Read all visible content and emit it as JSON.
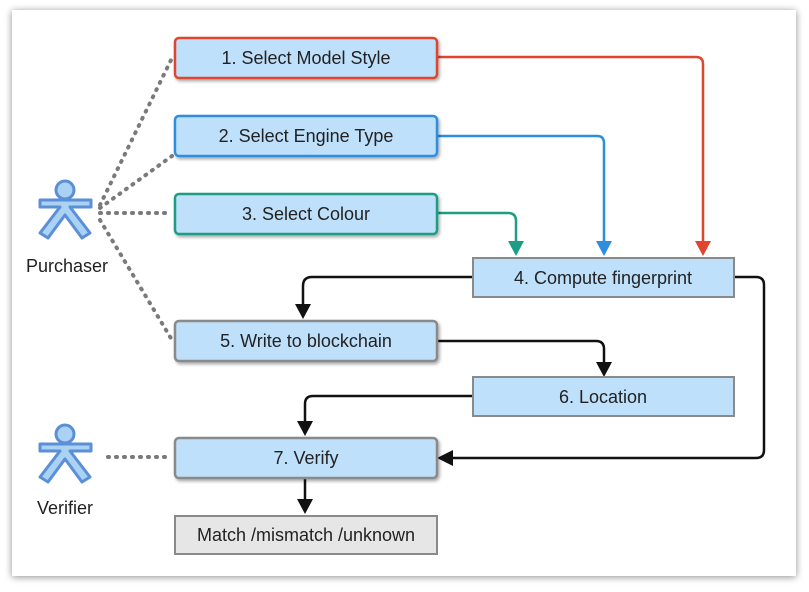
{
  "diagram": {
    "actors": [
      {
        "id": "purchaser",
        "label": "Purchaser",
        "icon": "stick-figure-icon"
      },
      {
        "id": "verifier",
        "label": "Verifier",
        "icon": "stick-figure-icon"
      }
    ],
    "steps": [
      {
        "id": "s1",
        "label": "1. Select Model Style",
        "border": "#e0452f"
      },
      {
        "id": "s2",
        "label": "2. Select Engine Type",
        "border": "#2d8ee0"
      },
      {
        "id": "s3",
        "label": "3. Select Colour",
        "border": "#1d9d84"
      },
      {
        "id": "s4",
        "label": "4. Compute fingerprint",
        "border": "#8a8a8a"
      },
      {
        "id": "s5",
        "label": "5. Write to blockchain",
        "border": "#8a8a8a"
      },
      {
        "id": "s6",
        "label": "6. Location",
        "border": "#8a8a8a"
      },
      {
        "id": "s7",
        "label": "7. Verify",
        "border": "#8a8a8a"
      },
      {
        "id": "out",
        "label": "Match /mismatch /unknown",
        "border": "#8a8a8a"
      }
    ],
    "colors": {
      "step_fill": "#bfe0fa",
      "output_fill": "#e6e6e6",
      "actor_fill": "#a9d2f4",
      "actor_stroke": "#5b8fd8",
      "red_arrow": "#e0452f",
      "blue_arrow": "#2d8ee0",
      "green_arrow": "#1d9d84",
      "black_arrow": "#111111",
      "dotted_line": "#7a7a7a"
    }
  }
}
